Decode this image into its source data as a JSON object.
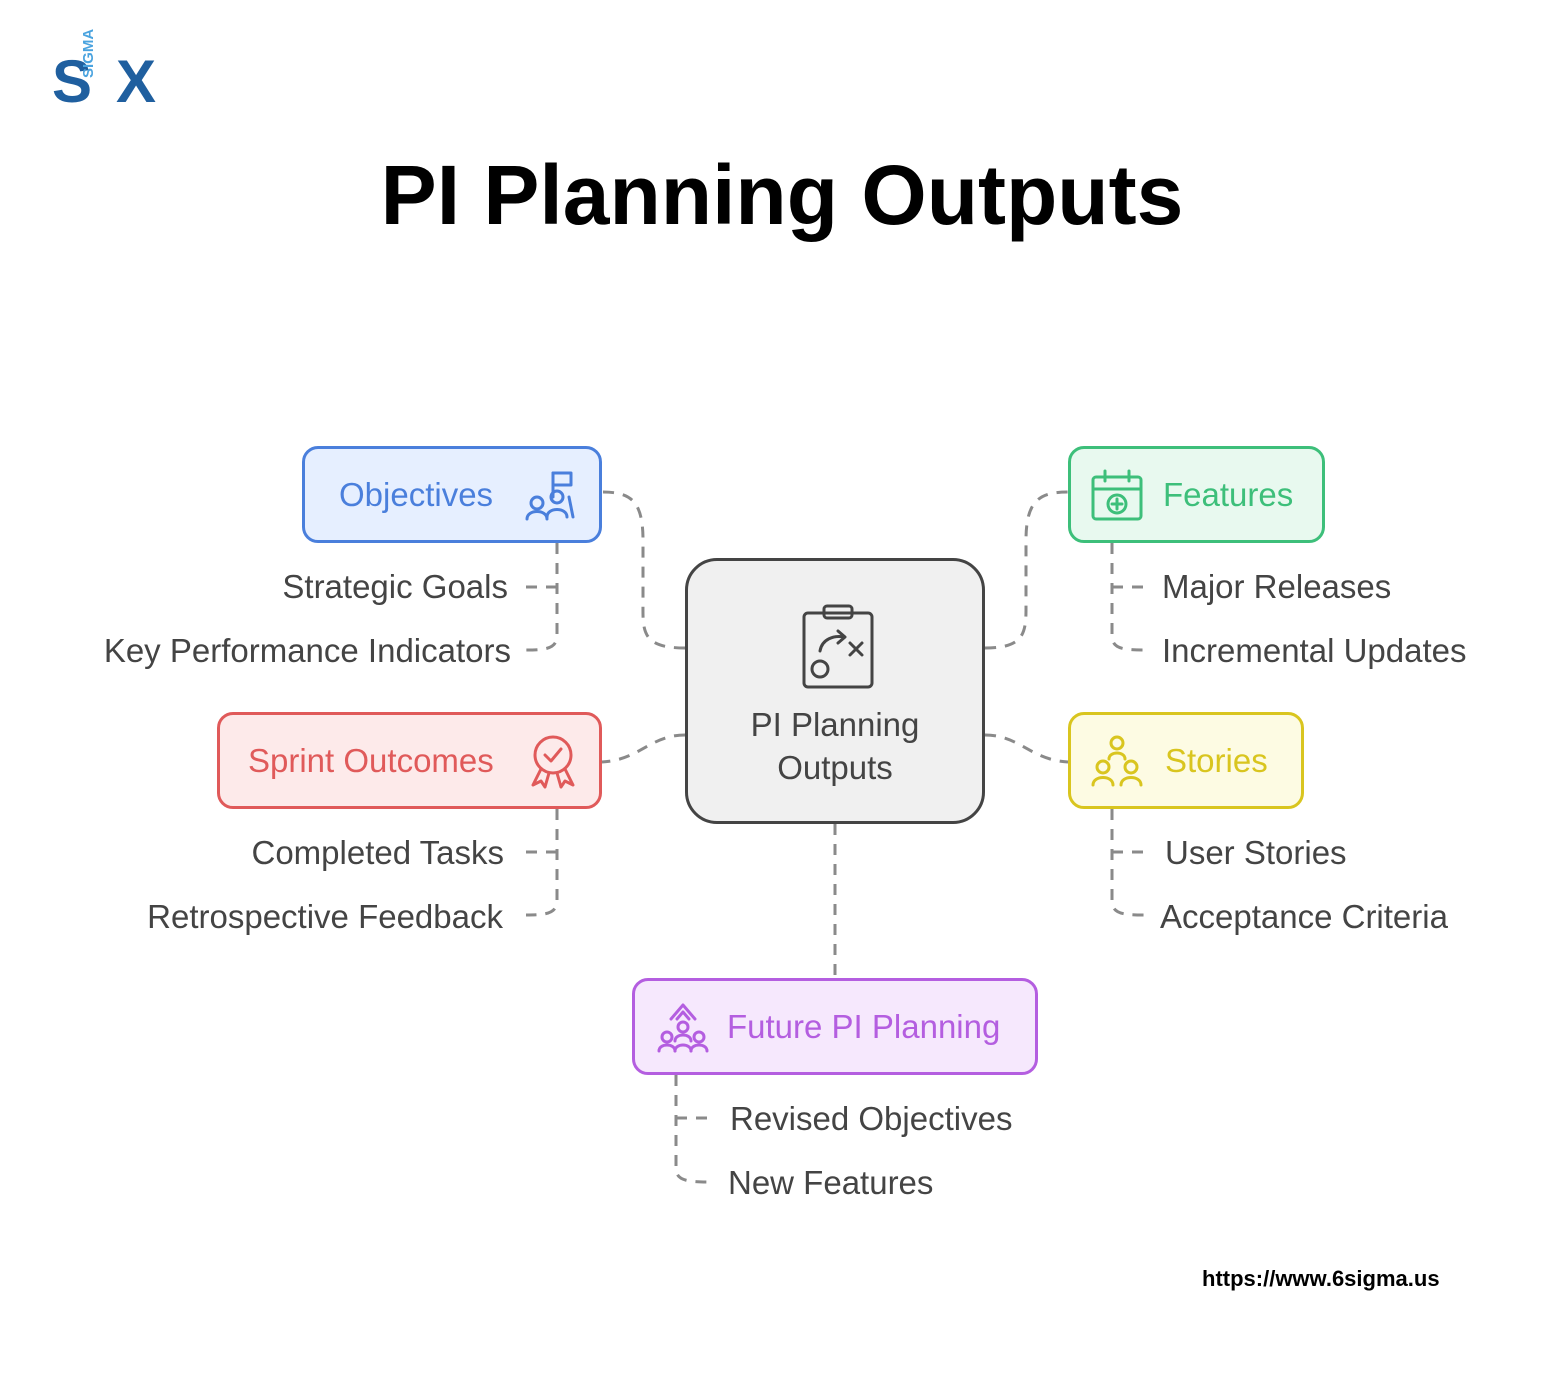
{
  "logo": {
    "s": "S",
    "sigma": "SIGMA",
    "x": "X"
  },
  "title": "PI Planning Outputs",
  "center": {
    "line1": "PI Planning",
    "line2": "Outputs",
    "icon": "clipboard-strategy-icon"
  },
  "nodes": {
    "objectives": {
      "label": "Objectives",
      "icon": "team-flag-icon",
      "color": "#4a7fdc",
      "fill": "#e6efff",
      "items": [
        "Strategic Goals",
        "Key Performance Indicators"
      ]
    },
    "features": {
      "label": "Features",
      "icon": "calendar-plus-icon",
      "color": "#3dbf7a",
      "fill": "#e8f9ef",
      "items": [
        "Major Releases",
        "Incremental Updates"
      ]
    },
    "sprint": {
      "label": "Sprint Outcomes",
      "icon": "award-badge-icon",
      "color": "#e05a5a",
      "fill": "#fdeaea",
      "items": [
        "Completed Tasks",
        "Retrospective Feedback"
      ]
    },
    "stories": {
      "label": "Stories",
      "icon": "user-group-icon",
      "color": "#d9c51f",
      "fill": "#fdfbe3",
      "items": [
        "User Stories",
        "Acceptance Criteria"
      ]
    },
    "future": {
      "label": "Future PI Planning",
      "icon": "team-growth-icon",
      "color": "#b45ee0",
      "fill": "#f6e8fd",
      "items": [
        "Revised Objectives",
        "New Features"
      ]
    }
  },
  "footer": {
    "url": "https://www.6sigma.us"
  }
}
